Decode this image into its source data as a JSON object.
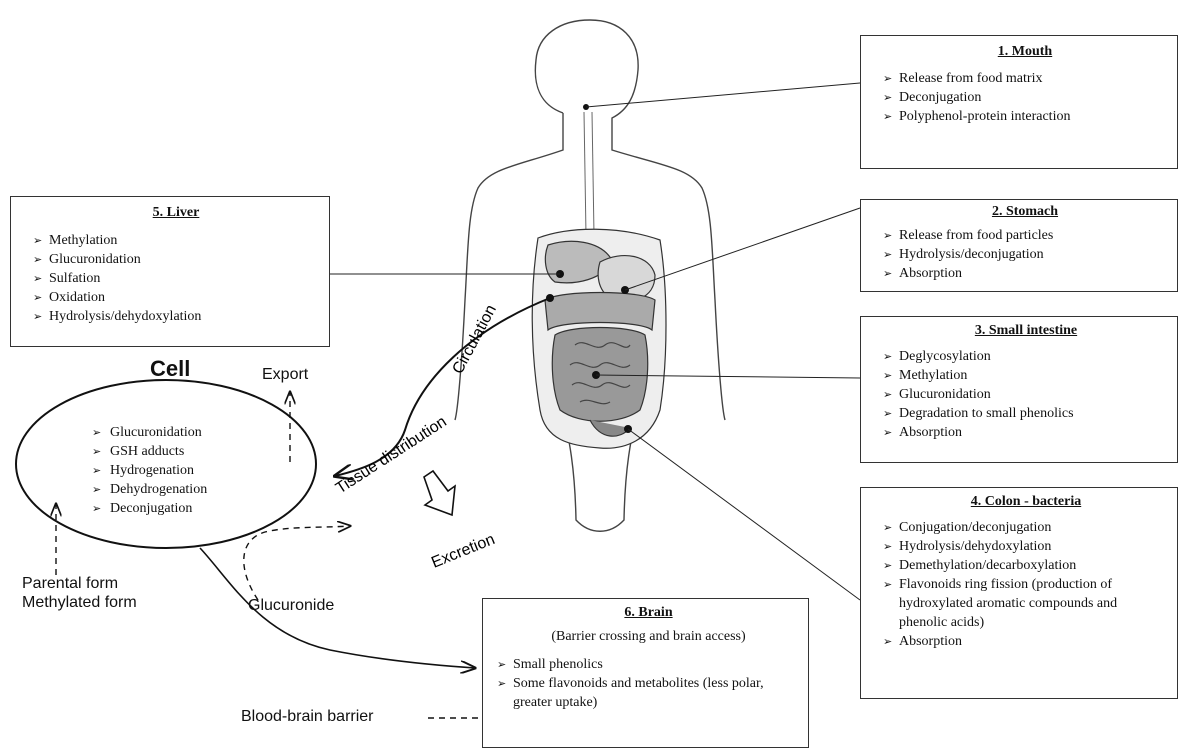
{
  "boxes": {
    "mouth": {
      "title": "1. Mouth",
      "items": [
        "Release from food matrix",
        "Deconjugation",
        "Polyphenol-protein interaction"
      ]
    },
    "stomach": {
      "title": "2. Stomach",
      "items": [
        "Release from food particles",
        "Hydrolysis/deconjugation",
        "Absorption"
      ]
    },
    "small_intestine": {
      "title": "3. Small intestine",
      "items": [
        "Deglycosylation",
        "Methylation",
        "Glucuronidation",
        "Degradation to small phenolics",
        "Absorption"
      ]
    },
    "colon": {
      "title": "4. Colon - bacteria",
      "items": [
        "Conjugation/deconjugation",
        "Hydrolysis/dehydoxylation",
        "Demethylation/decarboxylation",
        "Flavonoids ring fission (production of hydroxylated aromatic compounds and phenolic acids)",
        "Absorption"
      ]
    },
    "liver": {
      "title": "5. Liver",
      "items": [
        "Methylation",
        "Glucuronidation",
        "Sulfation",
        "Oxidation",
        "Hydrolysis/dehydoxylation"
      ]
    },
    "brain": {
      "title": "6. Brain",
      "note": "(Barrier crossing and brain access)",
      "items": [
        "Small phenolics",
        "Some flavonoids and metabolites (less polar, greater uptake)"
      ]
    }
  },
  "cell": {
    "title": "Cell",
    "items": [
      "Glucuronidation",
      "GSH adducts",
      "Hydrogenation",
      "Dehydrogenation",
      "Deconjugation"
    ]
  },
  "labels": {
    "export": "Export",
    "circulation": "Circulation",
    "tissue_distribution": "Tissue distribution",
    "excretion": "Excretion",
    "parental_form": "Parental form",
    "methylated_form": "Methylated form",
    "glucuronide": "Glucuronide",
    "blood_brain_barrier": "Blood-brain barrier"
  }
}
